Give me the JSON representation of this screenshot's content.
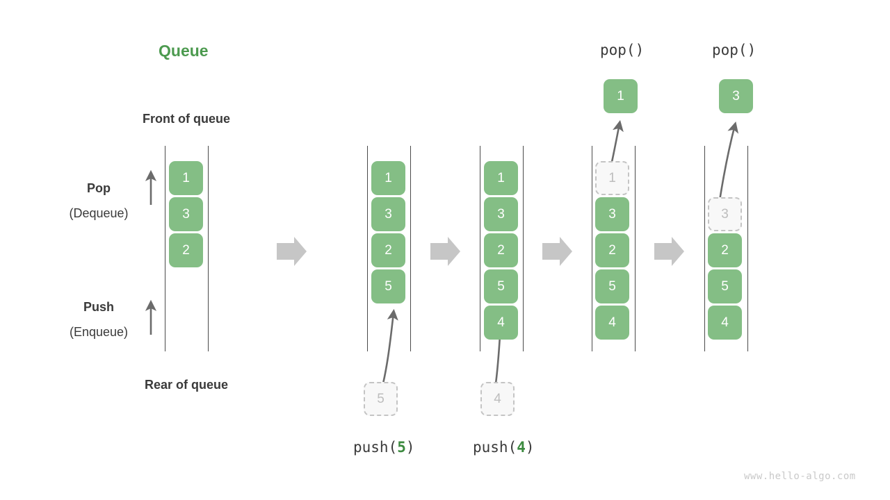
{
  "title": "Queue",
  "labels": {
    "front": "Front of queue",
    "rear": "Rear of queue",
    "pop_bold": "Pop",
    "pop_paren": "(Dequeue)",
    "push_bold": "Push",
    "push_paren": "(Enqueue)"
  },
  "operations": {
    "push5_prefix": "push(",
    "push5_arg": "5",
    "push5_suffix": ")",
    "push4_prefix": "push(",
    "push4_arg": "4",
    "push4_suffix": ")",
    "pop1_label": "pop()",
    "pop2_label": "pop()"
  },
  "colors": {
    "accent_green": "#4C9A4F",
    "cell_green": "#84BE85",
    "ghost_fill": "#F8F8F8",
    "ghost_border": "#C4C4C4",
    "ghost_text": "#BDBDBD",
    "text_dark": "#3A3A3A",
    "rail": "#4A4A4A",
    "block_arrow": "#C6C6C6",
    "watermark": "#C9C9C9"
  },
  "stages": [
    {
      "name": "initial",
      "cells": [
        {
          "value": "1",
          "ghost": false
        },
        {
          "value": "3",
          "ghost": false
        },
        {
          "value": "2",
          "ghost": false
        }
      ],
      "popped": null,
      "incoming": null,
      "caption": null
    },
    {
      "name": "after-push-5",
      "cells": [
        {
          "value": "1",
          "ghost": false
        },
        {
          "value": "3",
          "ghost": false
        },
        {
          "value": "2",
          "ghost": false
        },
        {
          "value": "5",
          "ghost": false
        }
      ],
      "popped": null,
      "incoming": "5",
      "caption": "push(5)"
    },
    {
      "name": "after-push-4",
      "cells": [
        {
          "value": "1",
          "ghost": false
        },
        {
          "value": "3",
          "ghost": false
        },
        {
          "value": "2",
          "ghost": false
        },
        {
          "value": "5",
          "ghost": false
        },
        {
          "value": "4",
          "ghost": false
        }
      ],
      "popped": null,
      "incoming": "4",
      "caption": "push(4)"
    },
    {
      "name": "after-pop-1",
      "cells": [
        {
          "value": "1",
          "ghost": true
        },
        {
          "value": "3",
          "ghost": false
        },
        {
          "value": "2",
          "ghost": false
        },
        {
          "value": "5",
          "ghost": false
        },
        {
          "value": "4",
          "ghost": false
        }
      ],
      "popped": "1",
      "incoming": null,
      "caption": "pop()"
    },
    {
      "name": "after-pop-3",
      "cells": [
        {
          "value": "3",
          "ghost": true
        },
        {
          "value": "2",
          "ghost": false
        },
        {
          "value": "5",
          "ghost": false
        },
        {
          "value": "4",
          "ghost": false
        }
      ],
      "popped": "3",
      "incoming": null,
      "caption": "pop()"
    }
  ],
  "cell_values": {
    "c_init_1": "1",
    "c_init_2": "3",
    "c_init_3": "2",
    "c_p5_1": "1",
    "c_p5_2": "3",
    "c_p5_3": "2",
    "c_p5_4": "5",
    "c_p5_in": "5",
    "c_p4_1": "1",
    "c_p4_2": "3",
    "c_p4_3": "2",
    "c_p4_4": "5",
    "c_p4_5": "4",
    "c_p4_in": "4",
    "c_o1_ghost": "1",
    "c_o1_2": "3",
    "c_o1_3": "2",
    "c_o1_4": "5",
    "c_o1_5": "4",
    "c_o1_out": "1",
    "c_o2_ghost": "3",
    "c_o2_2": "2",
    "c_o2_3": "5",
    "c_o2_4": "4",
    "c_o2_out": "3"
  },
  "watermark": "www.hello-algo.com"
}
